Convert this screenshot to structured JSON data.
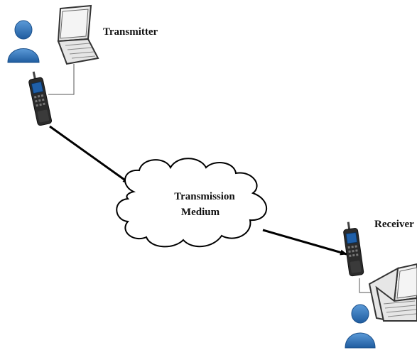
{
  "transmitter": {
    "label": "Transmitter"
  },
  "receiver": {
    "label": "Receiver"
  },
  "medium": {
    "line1": "Transmission",
    "line2": "Medium"
  },
  "icons": {
    "person": "person-icon",
    "laptop": "laptop-icon",
    "radio": "walkie-talkie-icon",
    "cloud": "cloud-icon"
  },
  "colors": {
    "person": "#2f6fb7",
    "arrow": "#000000",
    "radio": "#2b2b2b",
    "screen": "#1f5fa8"
  }
}
